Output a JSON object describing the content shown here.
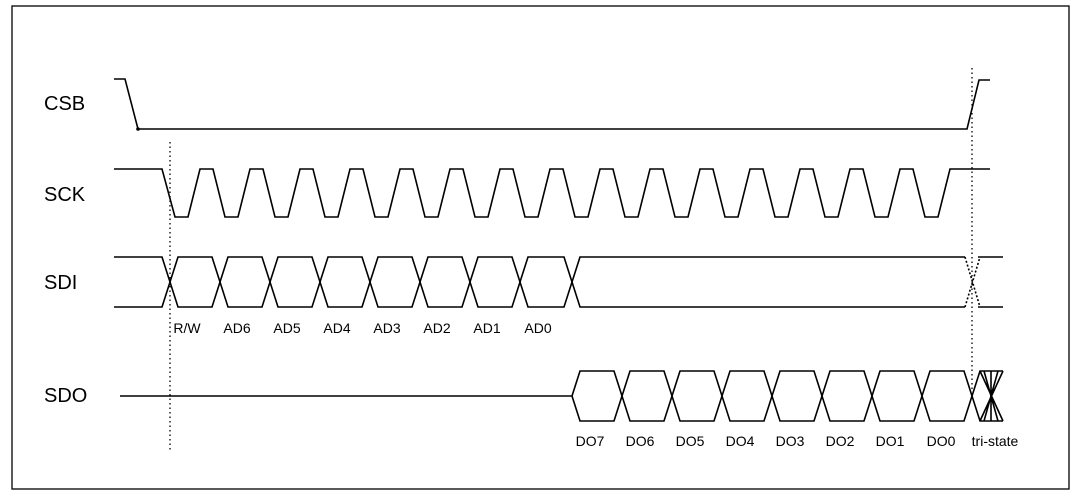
{
  "signals": {
    "csb": "CSB",
    "sck": "SCK",
    "sdi": "SDI",
    "sdo": "SDO"
  },
  "sdi_bits": [
    "R/W",
    "AD6",
    "AD5",
    "AD4",
    "AD3",
    "AD2",
    "AD1",
    "AD0"
  ],
  "sdo_bits": [
    "DO7",
    "DO6",
    "DO5",
    "DO4",
    "DO3",
    "DO2",
    "DO1",
    "DO0",
    "tri-state"
  ]
}
